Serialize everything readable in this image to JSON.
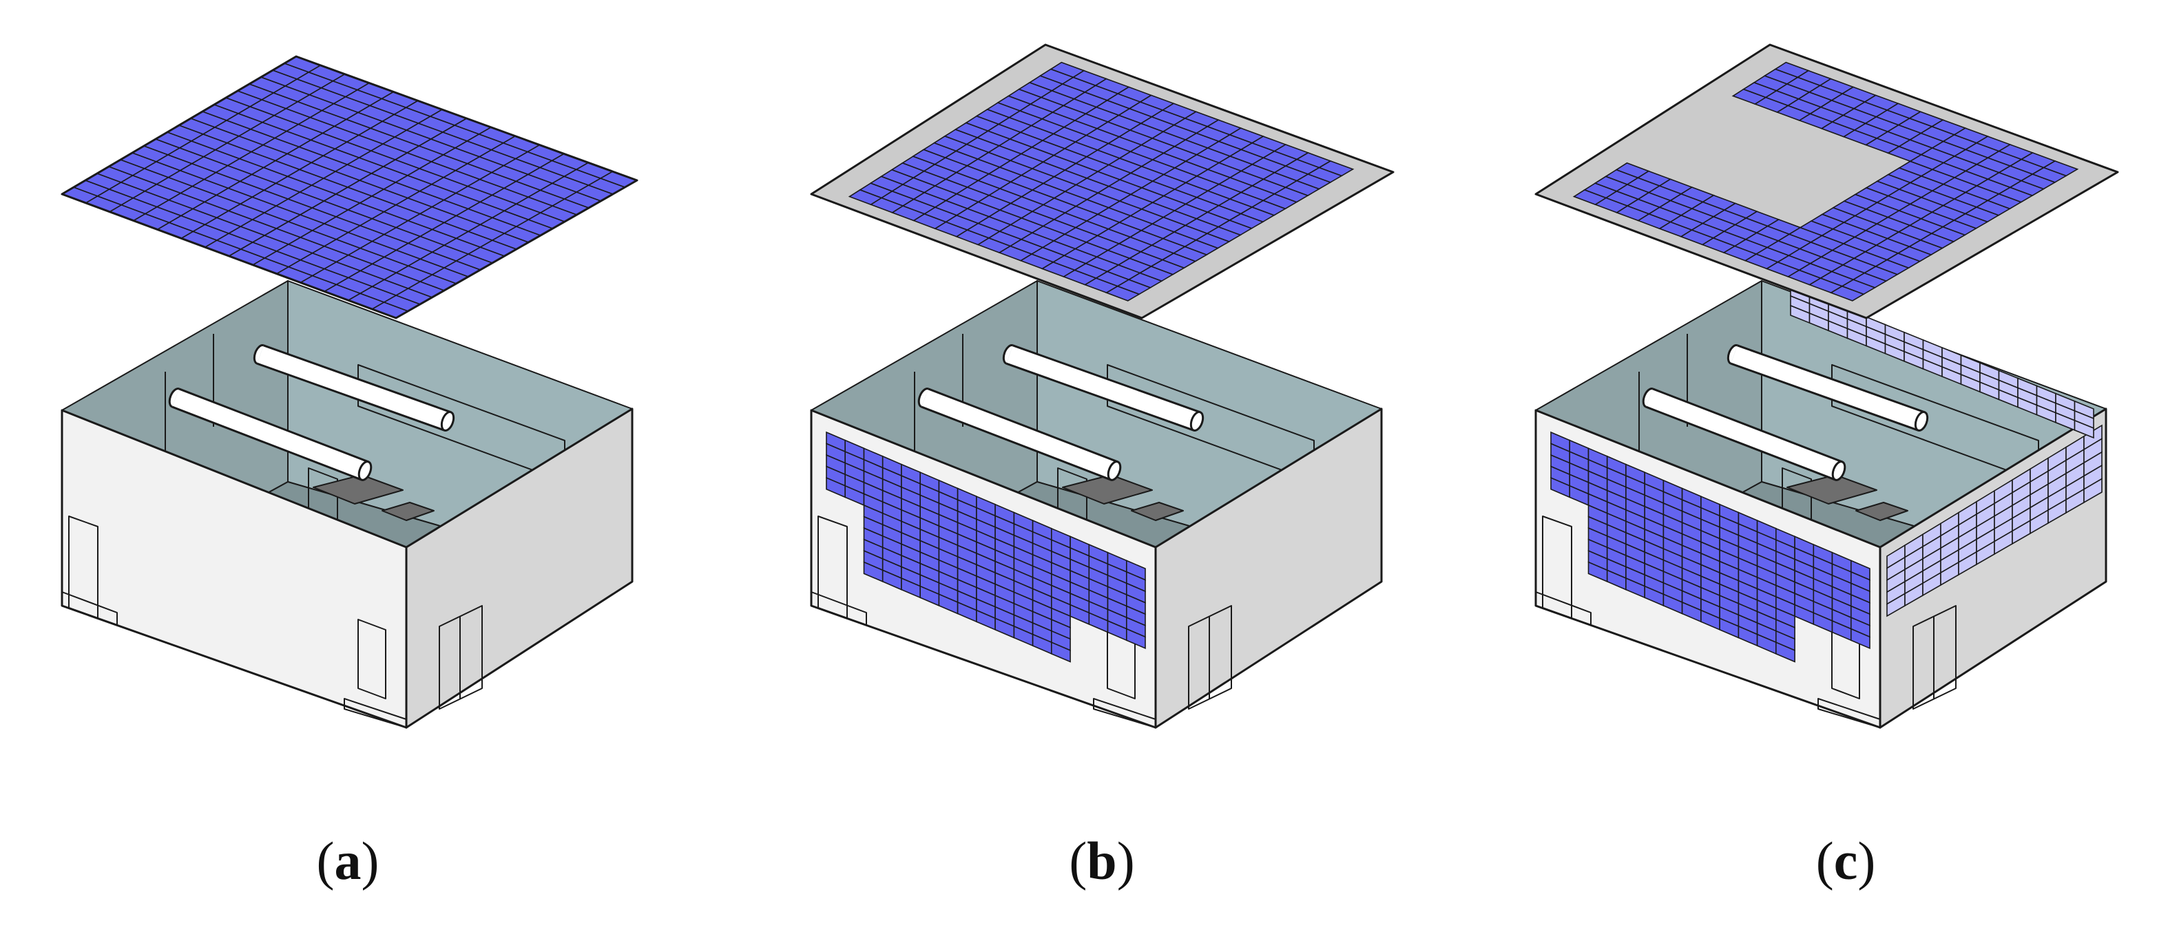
{
  "captions": [
    {
      "open": "(",
      "letter": "a",
      "close": ")"
    },
    {
      "open": "(",
      "letter": "b",
      "close": ")"
    },
    {
      "open": "(",
      "letter": "c",
      "close": ")"
    }
  ],
  "colors": {
    "pv_panel": "#6464f0",
    "pv_panel_transparent": "#c8c8fa",
    "roof_slab": "#cbcbcb",
    "wall_front": "#f2f2f2",
    "wall_side": "#d6d6d6",
    "interior": "#9db4b8",
    "interior_dark": "#8ea3a6",
    "outline": "#1a1a1a"
  }
}
